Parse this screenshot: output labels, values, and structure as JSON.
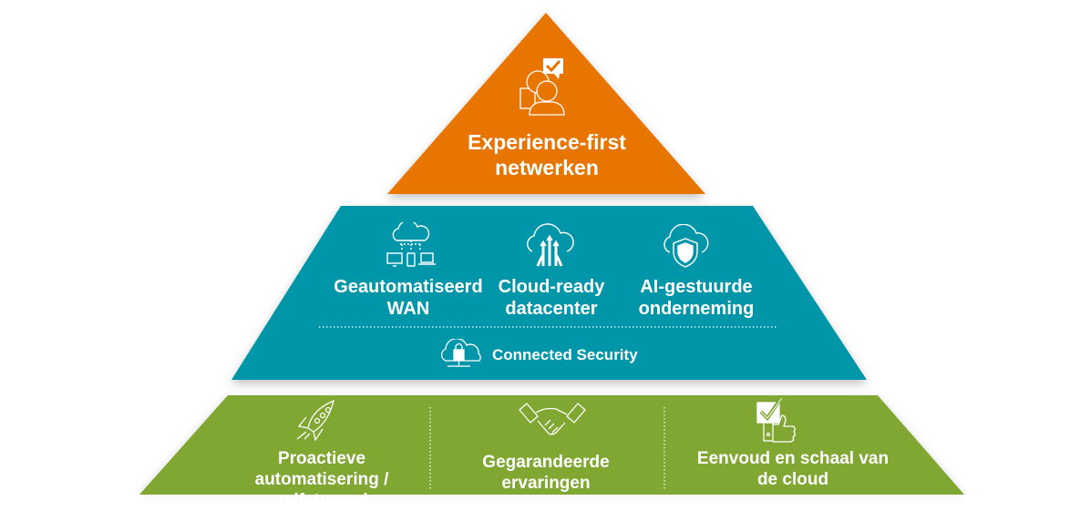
{
  "colors": {
    "top": "#E87500",
    "middle": "#0096AA",
    "bottom": "#7FA733",
    "text": "#FFFFFF"
  },
  "top_tier": {
    "icon": "user-checkmark-icon",
    "line1": "Experience-first",
    "line2": "netwerken"
  },
  "middle_tier": {
    "items": [
      {
        "icon": "cloud-devices-icon",
        "line1": "Geautomatiseerd",
        "line2": "WAN"
      },
      {
        "icon": "cloud-upload-arrows-icon",
        "line1": "Cloud-ready",
        "line2": "datacenter"
      },
      {
        "icon": "cloud-shield-icon",
        "line1": "AI-gestuurde",
        "line2": "onderneming"
      }
    ],
    "footer": {
      "icon": "cloud-lock-icon",
      "label": "Connected Security"
    }
  },
  "bottom_tier": {
    "items": [
      {
        "icon": "rocket-icon",
        "line1": "Proactieve",
        "line2": "automatisering /",
        "line3": "zelfsturend"
      },
      {
        "icon": "handshake-icon",
        "line1": "Gegarandeerde",
        "line2": "ervaringen"
      },
      {
        "icon": "checkbox-thumbs-up-icon",
        "line1": "Eenvoud en schaal van",
        "line2": "de cloud"
      }
    ]
  }
}
